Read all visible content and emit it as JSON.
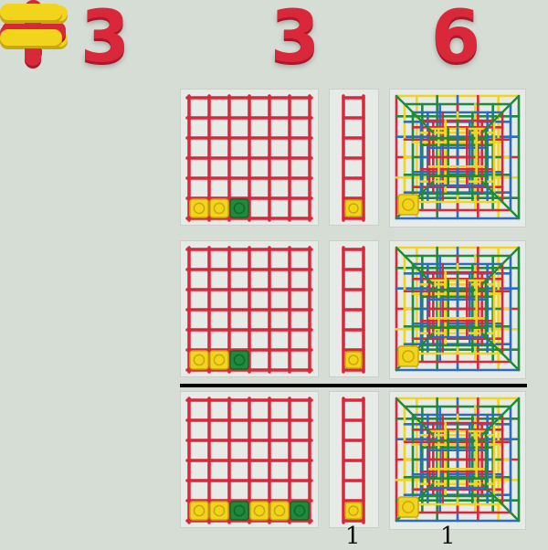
{
  "equation": {
    "first": "3",
    "second": "3",
    "result": "6"
  },
  "labels": {
    "bottom_ladder": "1",
    "bottom_cube": "1"
  },
  "rows": [
    {
      "squares": [
        "yellow",
        "yellow",
        "green"
      ]
    },
    {
      "squares": [
        "yellow",
        "yellow",
        "green"
      ]
    },
    {
      "squares": [
        "yellow",
        "yellow",
        "green",
        "yellow",
        "yellow",
        "green"
      ]
    }
  ],
  "colors": {
    "red": "#d8283a",
    "yellow": "#f3d41c",
    "green": "#1e8a3a",
    "blue": "#2a6cc4",
    "background": "#d6ddd5"
  }
}
